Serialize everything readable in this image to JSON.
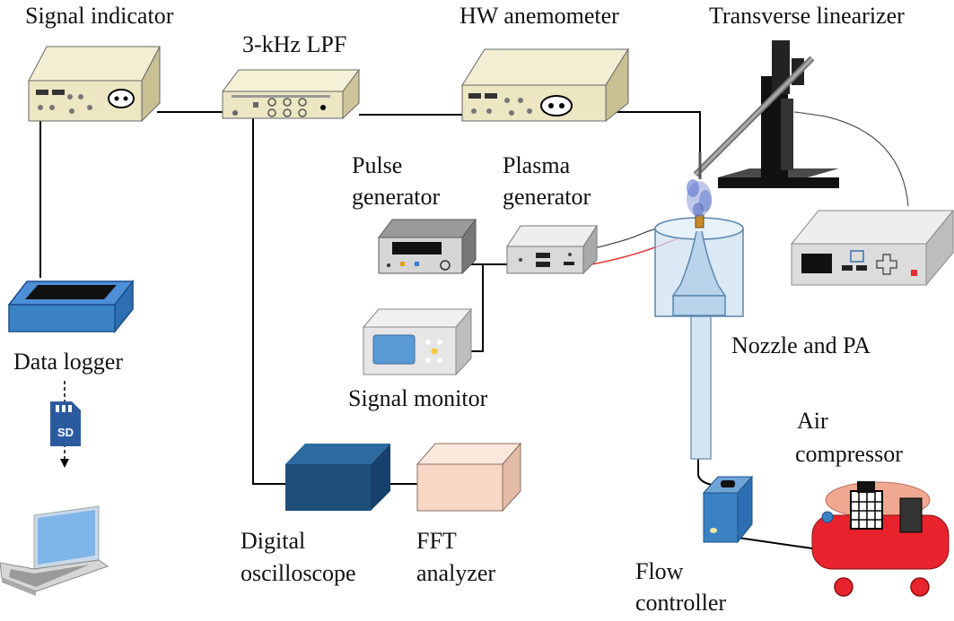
{
  "labels": {
    "signal_indicator": "Signal indicator",
    "lpf": "3-kHz LPF",
    "hw_anemometer": "HW anemometer",
    "transverse_linearizer": "Transverse linearizer",
    "pulse_generator_1": "Pulse",
    "pulse_generator_2": "generator",
    "plasma_generator_1": "Plasma",
    "plasma_generator_2": "generator",
    "data_logger": "Data logger",
    "signal_monitor": "Signal monitor",
    "nozzle_pa": "Nozzle and PA",
    "air_compressor_1": "Air",
    "air_compressor_2": "compressor",
    "digital_oscilloscope_1": "Digital",
    "digital_oscilloscope_2": "oscilloscope",
    "fft_analyzer_1": "FFT",
    "fft_analyzer_2": "analyzer",
    "flow_controller_1": "Flow",
    "flow_controller_2": "controller",
    "sd_card": "SD"
  },
  "colors": {
    "device_beige": "#ece6c3",
    "device_beige_dark": "#cdc49a",
    "device_gray": "#d6d6d6",
    "scope_blue": "#1f4e79",
    "fft_peach": "#f7d8c6",
    "logger_blue": "#3b82c4",
    "compressor_red": "#e8232d",
    "nozzle_blue": "#cfe2f1",
    "plasma_violet": "#8a9bd8",
    "wire": "#000000",
    "hv_wire": "#e03030"
  },
  "icons": [
    "laptop-icon",
    "sd-card-icon"
  ]
}
